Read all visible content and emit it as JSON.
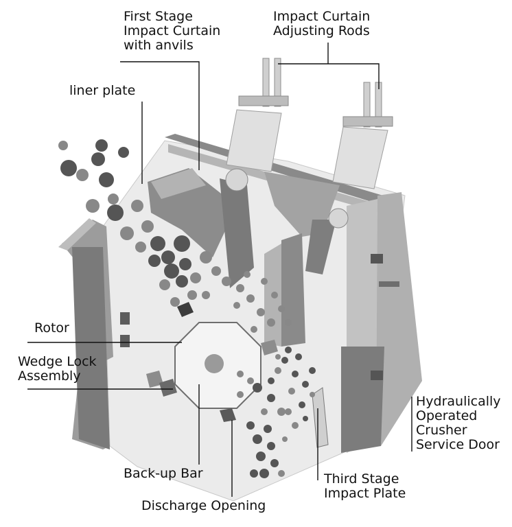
{
  "diagram": {
    "labels": {
      "first_stage": [
        "First Stage",
        "Impact Curtain",
        "with anvils"
      ],
      "adjusting_rods": [
        "Impact Curtain",
        "Adjusting Rods"
      ],
      "liner_plate": "liner plate",
      "rotor": "Rotor",
      "wedge_lock": [
        "Wedge Lock",
        "Assembly"
      ],
      "hydraulic_door": [
        "Hydraulically",
        "Operated",
        "Crusher",
        "Service Door"
      ],
      "backup_bar": "Back-up Bar",
      "third_stage": [
        "Third Stage",
        "Impact Plate"
      ],
      "discharge": "Discharge Opening"
    },
    "colors": {
      "body_light": "#ebebeb",
      "wall_mid": "#a8a8a8",
      "wall_dark": "#6e6e6e",
      "rock_dark": "#555555",
      "rock_mid": "#888888",
      "line": "#111111"
    }
  }
}
